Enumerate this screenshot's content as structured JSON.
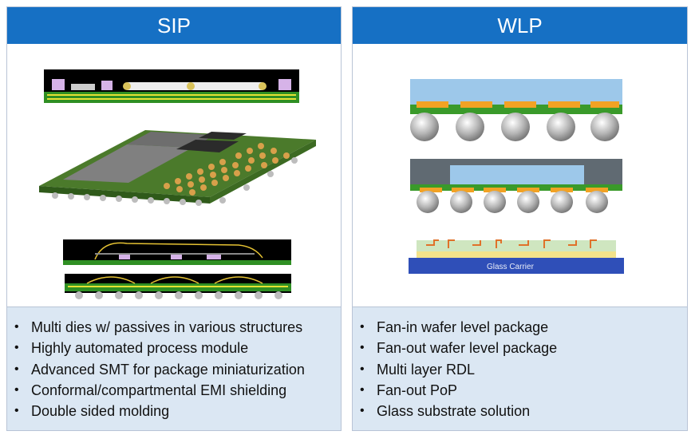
{
  "sip": {
    "title": "SIP",
    "bullets": [
      "Multi dies w/ passives in various structures",
      "Highly automated process module",
      "Advanced SMT for package miniaturization",
      "Conformal/compartmental EMI shielding",
      "Double sided molding"
    ]
  },
  "wlp": {
    "title": "WLP",
    "glass_label": "Glass Carrier",
    "bullets": [
      "Fan-in wafer level package",
      "Fan-out wafer level package",
      "Multi layer RDL",
      "Fan-out PoP",
      "Glass substrate solution"
    ]
  },
  "colors": {
    "header_blue": "#1670c4",
    "bullet_bg": "#dbe7f3",
    "pcb_green": "#3a9a2a",
    "die_blue": "#9dc8ea",
    "pad_orange": "#f2a224"
  }
}
